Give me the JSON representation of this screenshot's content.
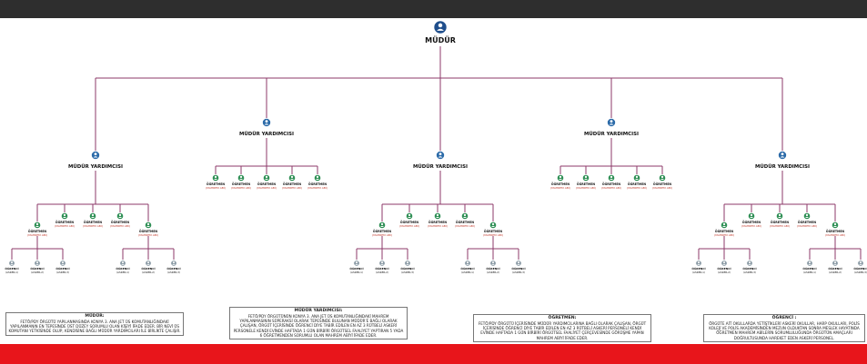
{
  "colors": {
    "topbar": "#2e2e2e",
    "bottombar": "#e8151b",
    "line": "#8c3a6a",
    "node": "#2f8f55",
    "head": "#1f4e8c",
    "text": "#111111",
    "redlabel": "#c0392b"
  },
  "root": {
    "icon": "person-icon",
    "label": "MÜDÜR"
  },
  "deputy_label": "MÜDÜR YARDIMCISI",
  "branches": [
    {
      "label": "MÜDÜR YARDIMCISI",
      "teachers": [
        {
          "title": "ÖĞRETMEN",
          "sub": "(MAHREM ABİ)"
        },
        {
          "title": "ÖĞRETMEN",
          "sub": "(MAHREM ABİ)"
        },
        {
          "title": "ÖĞRETMEN",
          "sub": "(MAHREM ABİ)"
        },
        {
          "title": "ÖĞRETMEN",
          "sub": "(MAHREM ABİ)"
        },
        {
          "title": "ÖĞRETMEN",
          "sub": "(MAHREM ABİ)"
        }
      ],
      "students_a": [
        {
          "title": "ÖĞRENCİ",
          "sub": "(ASKER-1)"
        },
        {
          "title": "ÖĞRENCİ",
          "sub": "(ASKER-2)"
        },
        {
          "title": "ÖĞRENCİ",
          "sub": "(ASKER-3)"
        }
      ],
      "students_b": [
        {
          "title": "ÖĞRENCİ",
          "sub": "(ASKER-1)"
        },
        {
          "title": "ÖĞRENCİ",
          "sub": "(ASKER-2)"
        },
        {
          "title": "ÖĞRENCİ",
          "sub": "(ASKER-3)"
        }
      ]
    },
    {
      "label": "MÜDÜR YARDIMCISI",
      "teachers": [
        {
          "title": "ÖĞRETMEN",
          "sub": "(MAHREM ABİ)"
        },
        {
          "title": "ÖĞRETMEN",
          "sub": "(MAHREM ABİ)"
        },
        {
          "title": "ÖĞRETMEN",
          "sub": "(MAHREM ABİ)"
        },
        {
          "title": "ÖĞRETMEN",
          "sub": "(MAHREM ABİ)"
        },
        {
          "title": "ÖĞRETMEN",
          "sub": "(MAHREM ABİ)"
        }
      ]
    },
    {
      "label": "MÜDÜR YARDIMCISI",
      "teachers": [
        {
          "title": "ÖĞRETMEN",
          "sub": "(MAHREM ABİ)"
        },
        {
          "title": "ÖĞRETMEN",
          "sub": "(MAHREM ABİ)"
        },
        {
          "title": "ÖĞRETMEN",
          "sub": "(MAHREM ABİ)"
        },
        {
          "title": "ÖĞRETMEN",
          "sub": "(MAHREM ABİ)"
        },
        {
          "title": "ÖĞRETMEN",
          "sub": "(MAHREM ABİ)"
        }
      ],
      "students_a": [
        {
          "title": "ÖĞRENCİ",
          "sub": "(ASKER-1)"
        },
        {
          "title": "ÖĞRENCİ",
          "sub": "(ASKER-2)"
        },
        {
          "title": "ÖĞRENCİ",
          "sub": "(ASKER-3)"
        }
      ],
      "students_b": [
        {
          "title": "ÖĞRENCİ",
          "sub": "(ASKER-1)"
        },
        {
          "title": "ÖĞRENCİ",
          "sub": "(ASKER-2)"
        },
        {
          "title": "ÖĞRENCİ",
          "sub": "(ASKER-3)"
        }
      ]
    },
    {
      "label": "MÜDÜR YARDIMCISI",
      "teachers": [
        {
          "title": "ÖĞRETMEN",
          "sub": "(MAHREM ABİ)"
        },
        {
          "title": "ÖĞRETMEN",
          "sub": "(MAHREM ABİ)"
        },
        {
          "title": "ÖĞRETMEN",
          "sub": "(MAHREM ABİ)"
        },
        {
          "title": "ÖĞRETMEN",
          "sub": "(MAHREM ABİ)"
        },
        {
          "title": "ÖĞRETMEN",
          "sub": "(MAHREM ABİ)"
        }
      ]
    },
    {
      "label": "MÜDÜR YARDIMCISI",
      "teachers": [
        {
          "title": "ÖĞRETMEN",
          "sub": "(MAHREM ABİ)"
        },
        {
          "title": "ÖĞRETMEN",
          "sub": "(MAHREM ABİ)"
        },
        {
          "title": "ÖĞRETMEN",
          "sub": "(MAHREM ABİ)"
        },
        {
          "title": "ÖĞRETMEN",
          "sub": "(MAHREM ABİ)"
        },
        {
          "title": "ÖĞRETMEN",
          "sub": "(MAHREM ABİ)"
        }
      ],
      "students_a": [
        {
          "title": "ÖĞRENCİ",
          "sub": "(ASKER-1)"
        },
        {
          "title": "ÖĞRENCİ",
          "sub": "(ASKER-2)"
        },
        {
          "title": "ÖĞRENCİ",
          "sub": "(ASKER-3)"
        }
      ],
      "students_b": [
        {
          "title": "ÖĞRENCİ",
          "sub": "(ASKER-1)"
        },
        {
          "title": "ÖĞRENCİ",
          "sub": "(ASKER-2)"
        },
        {
          "title": "ÖĞRENCİ",
          "sub": "(ASKER-3)"
        }
      ]
    }
  ],
  "captions": {
    "mudur": {
      "title": "MÜDÜR:",
      "text": "FETÖ/PDY ÖRGÜTÜ YAPILANMASINDA KONYA 3. ANA JET ÜS KOMUTANLIĞINDAKİ YAPILANMANIN EN TEPESİNDE ÜST DÜZEY SORUMLU OLAN KİŞİYİ İFADE EDER. BİR NEVİ ÜS KOMUTANI YETKİSİNDE OLUP, KENDİSİNE BAĞLI MÜDÜR YARDIMCILARI İLE BİRLİKTE ÇALIŞIR."
    },
    "yardimci": {
      "title": "MÜDÜR YARDIMCISI:",
      "text": "FETÖ/PDY ÖRGÜTÜNÜN KONYA 3. ANA JET ÜS KOMUTANLIĞINDAKİ MAHREM YAPILANMASININ SÜPERAKSİ OLARAK TEPESİNDE BULUNAN MÜDÜR'E BAĞLI OLARAK ÇALIŞAN, ÖRGÜT İÇERİSİNDE ÖĞRENCİ DİYE TABİR EDİLEN EN AZ 3 RÜTBELİ ASKERİ PERSONELE KENDİ EVİNDE HAFTADA 1 GÜN BİRBİRİ ÖRGÜTSEL FAALİYET YAPTIRAN 5 YADA 6 ÖĞRETMENDEN SORUMLU OLAN MAHREM ABİYİ İFADE EDER."
    },
    "ogretmen": {
      "title": "ÖĞRETMEN:",
      "text": "FETÖ/PDY ÖRGÜTÜ İÇERİSİNDE MÜDÜR YARDIMCILARINA BAĞLI OLARAK ÇALIŞAN, ÖRGÜT İÇERİSİNDE ÖĞRENCİ DİYE TABİR EDİLEN EN AZ 3 RÜTBELİ ASKERİ PERSONELİ KENDİ EVİNDE HAFTADA 1 GÜN BİRBİRİ ÖRGÜTSEL FAALİYET ÇERÇEVESİNDE GÖRÜŞME YAPAN MAHREM ABİYİ İFADE EDER."
    },
    "ogrenci": {
      "title": "ÖĞRENCİ :",
      "text": "ÖRGÜTE AİT OKULLARDA YETİŞTİKLERİ ASKERİ OKULLAR, HARP OKULLARI, POLİS KOLEJİ VE POLİS AKADEMİSİNDEN MEZUN OLDUKTAN SONRA MESLEK HAYATINDA ÖĞRETMEN MAHREM ABİLERİN SORUMLULUĞUNDA ÖRGÜTÜN AMAÇLARI DOĞRULTUSUNDA HAREKET EDEN ASKERİ PERSONEL."
    }
  }
}
